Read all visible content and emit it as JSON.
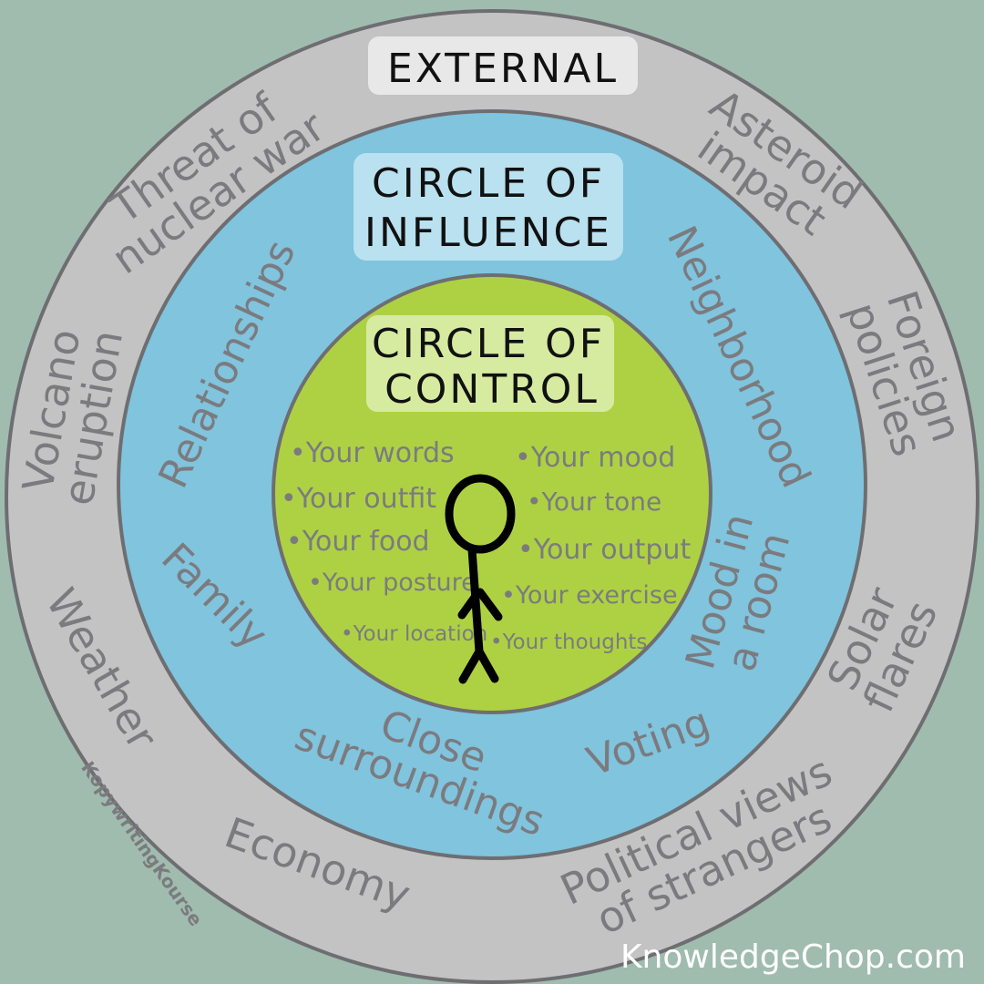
{
  "colors": {
    "background": "#a0bcae",
    "external": "#c3c3c3",
    "influence": "#80c4de",
    "control": "#aed144",
    "outline": "#6e6e72",
    "text": "#7b7b7f"
  },
  "external": {
    "title": "EXTERNAL",
    "items": [
      [
        "Threat of",
        "nuclear war"
      ],
      [
        "Asteroid",
        "impact"
      ],
      [
        "Volcano",
        "eruption"
      ],
      [
        "Foreign",
        "policies"
      ],
      [
        "Weather"
      ],
      [
        "Solar",
        "flares"
      ],
      [
        "Economy"
      ],
      [
        "Political views",
        "of strangers"
      ]
    ]
  },
  "influence": {
    "title": [
      "CIRCLE OF",
      "INFLUENCE"
    ],
    "items": [
      [
        "Relationships"
      ],
      [
        "Neighborhood"
      ],
      [
        "Family"
      ],
      [
        "Mood in",
        "a room"
      ],
      [
        "Close",
        "surroundings"
      ],
      [
        "Voting"
      ]
    ]
  },
  "control": {
    "title": [
      "CIRCLE OF",
      "CONTROL"
    ],
    "left": [
      "•Your words",
      "•Your outfit",
      "•Your food",
      "•Your posture",
      "•Your location"
    ],
    "right": [
      "•Your mood",
      "•Your tone",
      "•Your output",
      "•Your exercise",
      "•Your thoughts"
    ]
  },
  "watermark": "KopywritingKourse",
  "site": "KnowledgeChop.com"
}
